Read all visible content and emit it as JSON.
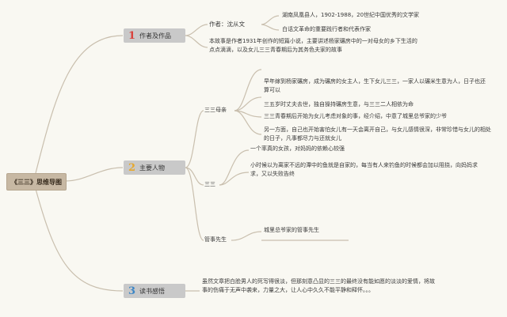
{
  "root": {
    "label": "《三三》思维导图"
  },
  "branches": [
    {
      "num": "1",
      "label": "作者及作品"
    },
    {
      "num": "2",
      "label": "主要人物"
    },
    {
      "num": "3",
      "label": "读书感悟"
    }
  ],
  "author": {
    "label": "作者：沈从文",
    "items": [
      "湖南凤凰县人，1902-1988，20世纪中国优秀的文学家",
      "白话文革命的重要践行者和代表作家"
    ],
    "summary": "本故事是作者1931年创作的短篇小说，主要讲述杨家碾房中的一对母女的乡下生活的点点滴滴，以及女儿三三青春期后为其务色夫家的故事"
  },
  "characters": {
    "mother": {
      "label": "三三母亲",
      "items": [
        "早年嫁到杨家碾房，成为碾房的女主人，生下女儿三三，一家人以碾米生意为人，日子也还算可以",
        "三五岁时丈夫去世，独自操持碾房生意，与三三二人相依为命",
        "三三青春期后开始为女儿考虑对象的事，经介绍，中意了城里总爷家的少爷",
        "另一方面，自己也开始害怕女儿有一天会离开自己，与女儿感情很深，非常珍惜与女儿的相处的日子，凡事都尽力与还就女儿"
      ]
    },
    "sansan": {
      "label": "三三",
      "items": [
        "一个率真的女孩，对妈妈的依赖心较强",
        "小时候以为离家不远的潭中的鱼就是自家的，每当有人来钓鱼的时候都会加以阻挠，向妈妈求求，又以失败告终"
      ]
    },
    "steward": {
      "label": "管事先生",
      "items": [
        "城里总爷家的管事先生"
      ]
    }
  },
  "reflection": {
    "text": "虽然文章把白脸男人的死写得很淡，但那刻意凸显的三三的最终没有能如愿的淡淡的爱情，将故事的伤痛于无声中袭来，力量之大，让人心中久久不能平静和释怀。。。"
  },
  "colors": {
    "background": "#f9f8f2",
    "node": "#c9c9c9",
    "root": "#c7b8a3",
    "line": "#c9bfae"
  }
}
